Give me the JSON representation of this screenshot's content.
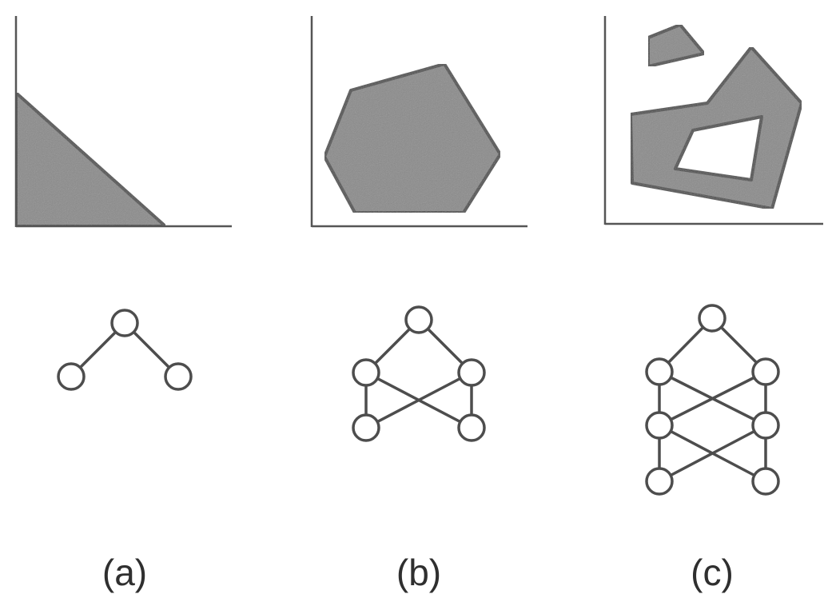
{
  "figure": {
    "panels": [
      {
        "id": "a",
        "label": "(a)",
        "region_shape": "single triangular region against the axes",
        "network": {
          "layers": [
            1,
            2
          ]
        }
      },
      {
        "id": "b",
        "label": "(b)",
        "region_shape": "single convex polygon",
        "network": {
          "layers": [
            1,
            2,
            2
          ]
        }
      },
      {
        "id": "c",
        "label": "(c)",
        "region_shape": "disconnected polygons with a hole",
        "network": {
          "layers": [
            1,
            2,
            2,
            2
          ]
        }
      }
    ],
    "colors": {
      "region_fill": "#8a8a8a",
      "outline": "#4d4d4d",
      "axis": "#555555",
      "node_fill": "#ffffff"
    }
  }
}
